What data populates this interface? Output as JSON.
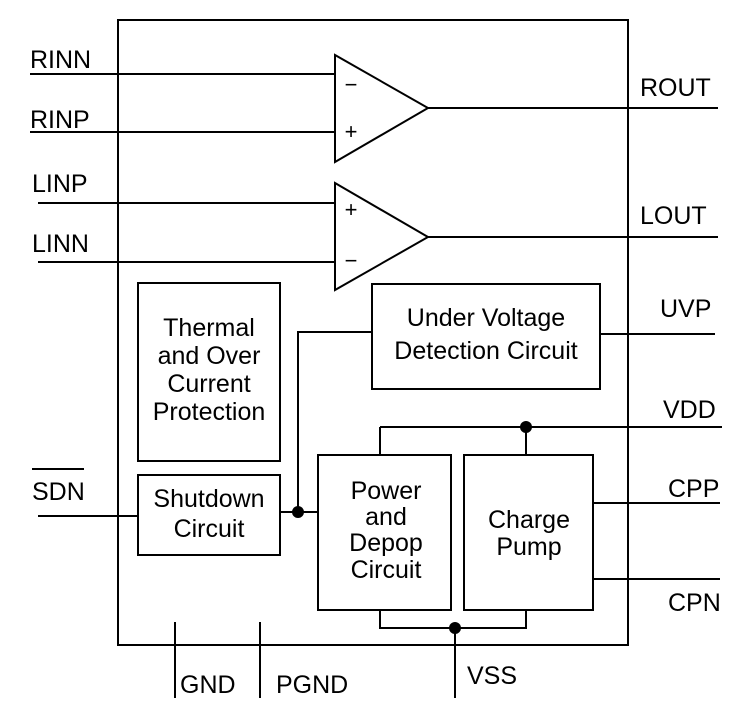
{
  "pins": {
    "rinn": "RINN",
    "rinp": "RINP",
    "linp": "LINP",
    "linn": "LINN",
    "sdn": "SDN",
    "rout": "ROUT",
    "lout": "LOUT",
    "uvp": "UVP",
    "vdd": "VDD",
    "cpp": "CPP",
    "cpn": "CPN",
    "gnd": "GND",
    "pgnd": "PGND",
    "vss": "VSS"
  },
  "amplifiers": {
    "right": {
      "top_sign": "−",
      "bottom_sign": "+"
    },
    "left": {
      "top_sign": "+",
      "bottom_sign": "−"
    }
  },
  "blocks": {
    "thermal": [
      "Thermal",
      "and Over",
      "Current",
      "Protection"
    ],
    "uvd": [
      "Under Voltage",
      "Detection Circuit"
    ],
    "shutdown": [
      "Shutdown",
      "Circuit"
    ],
    "power_depop": [
      "Power",
      "and",
      "Depop",
      "Circuit"
    ],
    "charge_pump": [
      "Charge",
      "Pump"
    ]
  },
  "colors": {
    "line": "#000000",
    "background": "#ffffff"
  }
}
